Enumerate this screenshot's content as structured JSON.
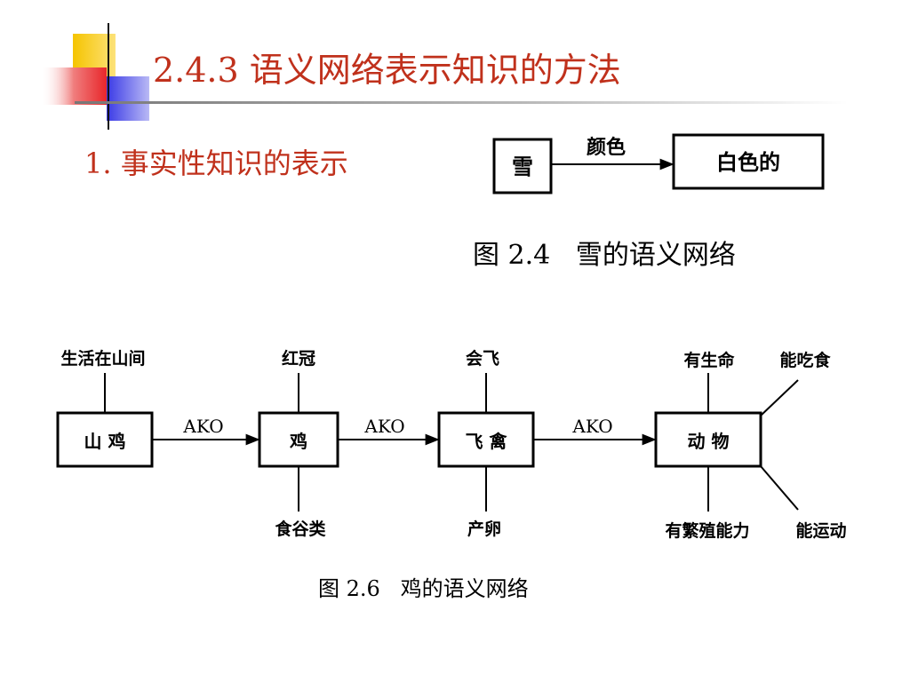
{
  "slide": {
    "title": "2.4.3 语义网络表示知识的方法",
    "subtitle": "1. 事实性知识的表示",
    "colors": {
      "title": "#c0311c",
      "deco_yellow": "#f5c400",
      "deco_blue": "#3a3ae6",
      "deco_red": "#e8262a"
    }
  },
  "fig1": {
    "node_left": "雪",
    "node_right": "白色的",
    "edge_label": "颜色",
    "caption": "图 2.4   雪的语义网络"
  },
  "fig2": {
    "nodes": [
      "山 鸡",
      "鸡",
      "飞 禽",
      "动 物"
    ],
    "edges": [
      "AKO",
      "AKO",
      "AKO"
    ],
    "attrs": {
      "shanji_top": "生活在山间",
      "ji_top": "红冠",
      "ji_bottom": "食谷类",
      "feiqin_top": "会飞",
      "feiqin_bottom": "产卵",
      "dongwu_top": "有生命",
      "dongwu_bottom": "有繁殖能力",
      "dongwu_topright": "能吃食",
      "dongwu_bottomright": "能运动"
    },
    "caption": "图 2.6   鸡的语义网络"
  }
}
